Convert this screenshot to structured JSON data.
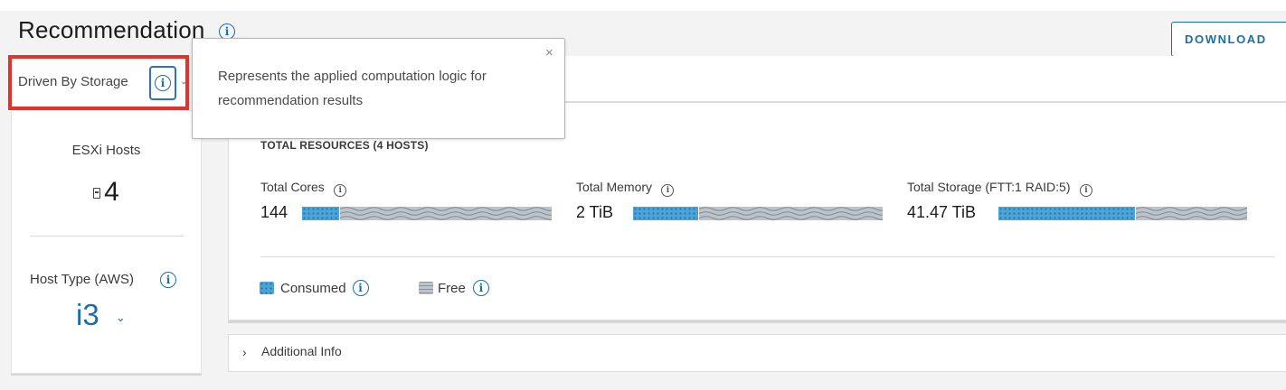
{
  "header": {
    "title": "Recommendation",
    "download_label": "DOWNLOAD"
  },
  "logic_selector": {
    "label": "Driven By Storage"
  },
  "tooltip": {
    "text": "Represents the applied computation logic for recommendation results",
    "close_symbol": "×"
  },
  "hosts": {
    "label": "ESXi Hosts",
    "value": "4"
  },
  "host_type": {
    "label": "Host Type (AWS)",
    "value": "i3"
  },
  "resources": {
    "title": "TOTAL RESOURCES (4 HOSTS)",
    "items": [
      {
        "label": "Total Cores",
        "value": "144",
        "consumed_fraction": 0.15
      },
      {
        "label": "Total Memory",
        "value": "2 TiB",
        "consumed_fraction": 0.26
      },
      {
        "label": "Total Storage (FTT:1 RAID:5)",
        "value": "41.47 TiB",
        "consumed_fraction": 0.55
      }
    ]
  },
  "legend": {
    "consumed_label": "Consumed",
    "free_label": "Free"
  },
  "additional_info": {
    "label": "Additional Info"
  },
  "colors": {
    "accent": "#1a6ea8",
    "highlight_border": "#e4322b",
    "consumed": "#4aa3d9",
    "free": "#bcc3cb"
  }
}
